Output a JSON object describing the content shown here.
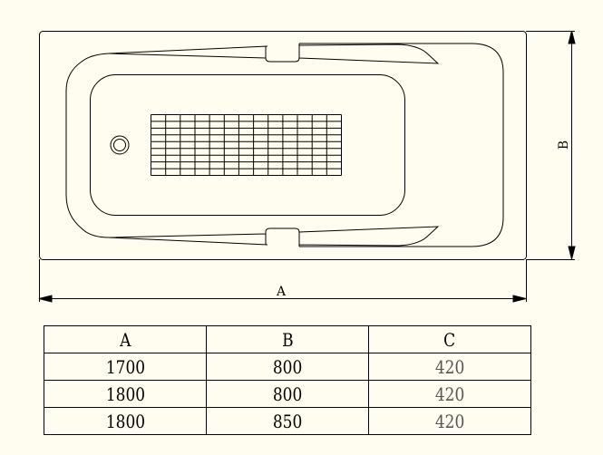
{
  "dimensions": {
    "width_label": "A",
    "height_label": "B"
  },
  "table": {
    "headers": [
      "A",
      "B",
      "C"
    ],
    "rows": [
      [
        "1700",
        "800",
        "420"
      ],
      [
        "1800",
        "800",
        "420"
      ],
      [
        "1800",
        "850",
        "420"
      ]
    ]
  }
}
